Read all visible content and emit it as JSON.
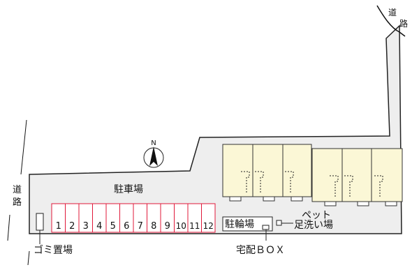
{
  "labels": {
    "road_top": "道路",
    "road_left": "道路",
    "parking": "駐車場",
    "north": "N",
    "bicycle_parking": "駐輪場",
    "pet": "ペット",
    "foot_wash": "足洗い場",
    "delivery_box": "宅配ＢＯＸ",
    "garbage": "ゴミ置場"
  },
  "parking_spaces": [
    "1",
    "2",
    "3",
    "4",
    "5",
    "6",
    "7",
    "8",
    "9",
    "10",
    "11",
    "12"
  ],
  "colors": {
    "lot_fill": "#eeeeee",
    "building_fill": "#fbf7d6",
    "parking_line": "#e0183a",
    "outline": "#222222"
  }
}
